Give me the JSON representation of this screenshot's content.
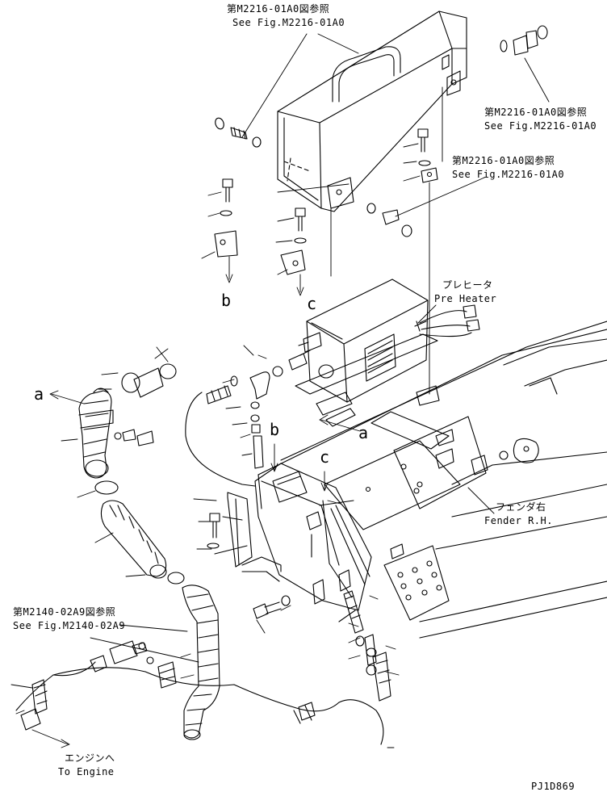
{
  "callouts": {
    "top_jp": "第M2216-01A0図参照",
    "top_en": "See Fig.M2216-01A0",
    "right1_jp": "第M2216-01A0図参照",
    "right1_en": "See Fig.M2216-01A0",
    "right2_jp": "第M2216-01A0図参照",
    "right2_en": "See Fig.M2216-01A0",
    "left_jp": "第M2140-02A9図参照",
    "left_en": "See Fig.M2140-02A9"
  },
  "components": {
    "preheater_jp": "プレヒータ",
    "preheater_en": "Pre Heater",
    "fender_jp": "フェンダ右",
    "fender_en": "Fender R.H.",
    "engine_jp": "エンジンへ",
    "engine_en": "To Engine"
  },
  "markers": {
    "a1": "a",
    "a2": "a",
    "b1": "b",
    "b2": "b",
    "c1": "c",
    "c2": "c"
  },
  "drawing_id": "PJ1D869"
}
